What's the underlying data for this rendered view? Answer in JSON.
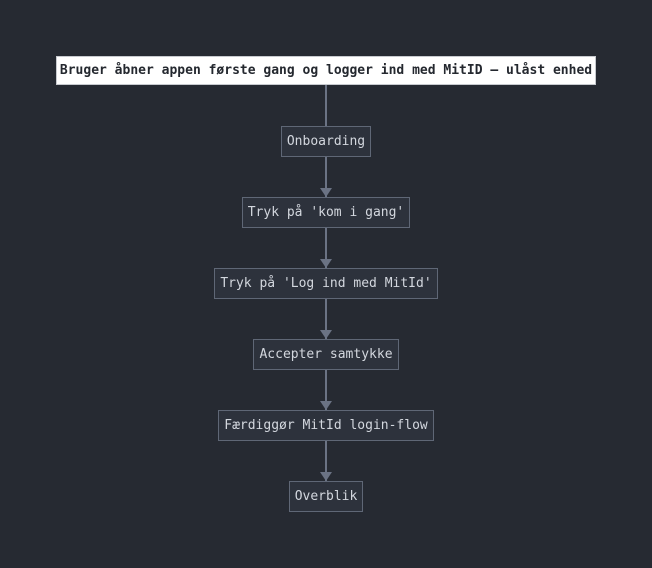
{
  "diagram": {
    "title": "Bruger åbner appen første gang og logger ind med MitID – ulåst enhed",
    "nodes": [
      {
        "label": "Onboarding"
      },
      {
        "label": "Tryk på 'kom i gang'"
      },
      {
        "label": "Tryk på 'Log ind med MitId'"
      },
      {
        "label": "Accepter samtykke"
      },
      {
        "label": "Færdiggør MitId login-flow"
      },
      {
        "label": "Overblik"
      }
    ],
    "edges": [
      {
        "from": "title",
        "to": "Onboarding",
        "arrow": false
      },
      {
        "from": "Onboarding",
        "to": "Tryk på 'kom i gang'",
        "arrow": true
      },
      {
        "from": "Tryk på 'kom i gang'",
        "to": "Tryk på 'Log ind med MitId'",
        "arrow": true
      },
      {
        "from": "Tryk på 'Log ind med MitId'",
        "to": "Accepter samtykke",
        "arrow": true
      },
      {
        "from": "Accepter samtykke",
        "to": "Færdiggør MitId login-flow",
        "arrow": true
      },
      {
        "from": "Færdiggør MitId login-flow",
        "to": "Overblik",
        "arrow": true
      }
    ]
  },
  "colors": {
    "background": "#262a32",
    "node_fill": "#2d323c",
    "node_border": "#5f6776",
    "node_text": "#d3d7de",
    "edge": "#6b7384",
    "title_fill": "#ffffff",
    "title_border": "#c7cacf",
    "title_text": "#24282f"
  }
}
